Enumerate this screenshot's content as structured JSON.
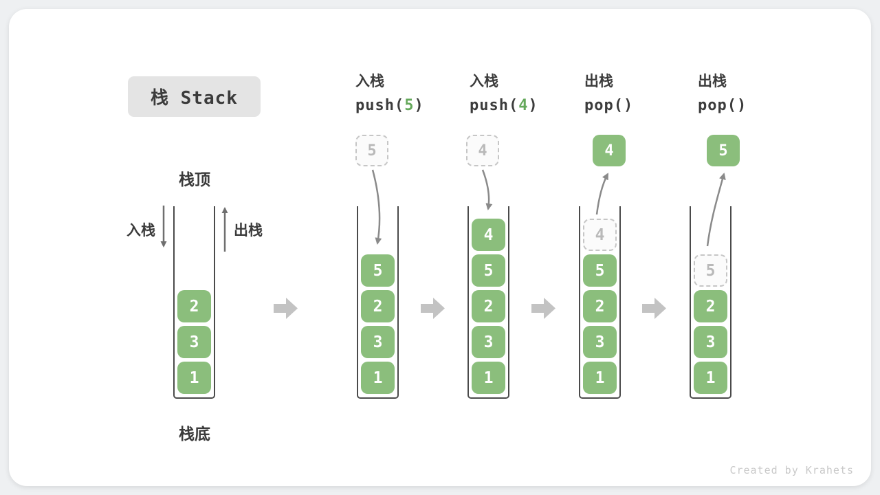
{
  "page": {
    "title_badge": "栈 Stack",
    "watermark": "Created by Krahets"
  },
  "colors": {
    "box_green": "#8bbe7c",
    "code_arg_green": "#64a85a",
    "block_arrow_gray": "#c3c3c3",
    "curved_arrow_gray": "#8a8a8a",
    "side_arrow_gray": "#6f6f6f",
    "container_line": "#4a4a4a",
    "ghost_border": "#c6c6c6",
    "ghost_text": "#b9b9b9",
    "title_bg": "#e4e4e4",
    "text_dark": "#3c3c3c",
    "watermark_gray": "#c9c9c9"
  },
  "icons": {
    "block_arrow": "right-block-arrow",
    "push_arrow": "down-arrow",
    "pop_arrow": "up-arrow"
  },
  "first_stack_labels": {
    "top": "栈顶",
    "bottom": "栈底",
    "push_side": "入栈",
    "pop_side": "出栈"
  },
  "operations": [
    {
      "name": "入栈",
      "fn": "push(",
      "arg": "5",
      "close": ")"
    },
    {
      "name": "入栈",
      "fn": "push(",
      "arg": "4",
      "close": ")"
    },
    {
      "name": "出栈",
      "fn": "pop(",
      "arg": "",
      "close": ")"
    },
    {
      "name": "出栈",
      "fn": "pop(",
      "arg": "",
      "close": ")"
    }
  ],
  "stacks": [
    {
      "items": [
        {
          "v": "2"
        },
        {
          "v": "3"
        },
        {
          "v": "1"
        }
      ]
    },
    {
      "floating": {
        "v": "5",
        "style": "ghost"
      },
      "items": [
        {
          "v": "5"
        },
        {
          "v": "2"
        },
        {
          "v": "3"
        },
        {
          "v": "1"
        }
      ]
    },
    {
      "floating": {
        "v": "4",
        "style": "ghost"
      },
      "items": [
        {
          "v": "4"
        },
        {
          "v": "5"
        },
        {
          "v": "2"
        },
        {
          "v": "3"
        },
        {
          "v": "1"
        }
      ]
    },
    {
      "floating": {
        "v": "4",
        "style": "solid"
      },
      "items": [
        {
          "v": "4",
          "ghost": true
        },
        {
          "v": "5"
        },
        {
          "v": "2"
        },
        {
          "v": "3"
        },
        {
          "v": "1"
        }
      ]
    },
    {
      "floating": {
        "v": "5",
        "style": "solid"
      },
      "items": [
        {
          "v": "5",
          "ghost": true
        },
        {
          "v": "2"
        },
        {
          "v": "3"
        },
        {
          "v": "1"
        }
      ]
    }
  ]
}
